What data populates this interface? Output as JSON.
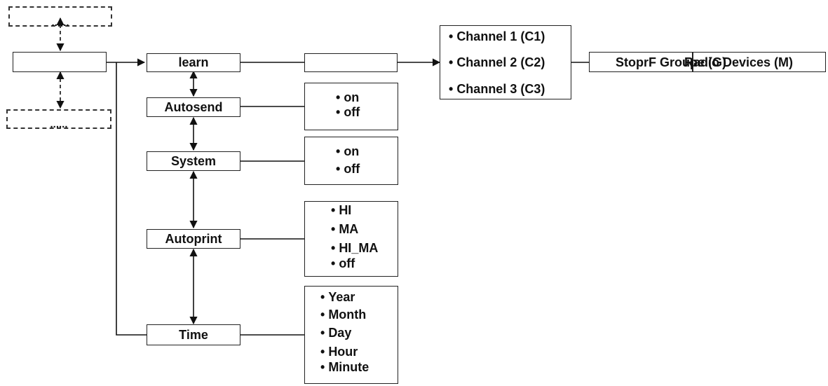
{
  "menu": {
    "learn": "learn",
    "autosend": "Autosend",
    "system": "System",
    "autoprint": "Autoprint",
    "time": "Time"
  },
  "options": {
    "autosend": [
      "on",
      "off"
    ],
    "system": [
      "on",
      "off"
    ],
    "autoprint": [
      "HI",
      "MA",
      "HI_MA",
      "off"
    ],
    "time": [
      "Year",
      "Month",
      "Day",
      "Hour",
      "Minute"
    ],
    "channels": [
      "Channel 1 (C1)",
      "Channel 2 (C2)",
      "Channel 3 (C3)"
    ]
  },
  "labels": {
    "ellipsis_top": "......",
    "ellipsis_bottom": "......",
    "group_overlap_a": "StoprF Groupe (G)",
    "group_overlap_b": "Radio Devices (M)"
  }
}
